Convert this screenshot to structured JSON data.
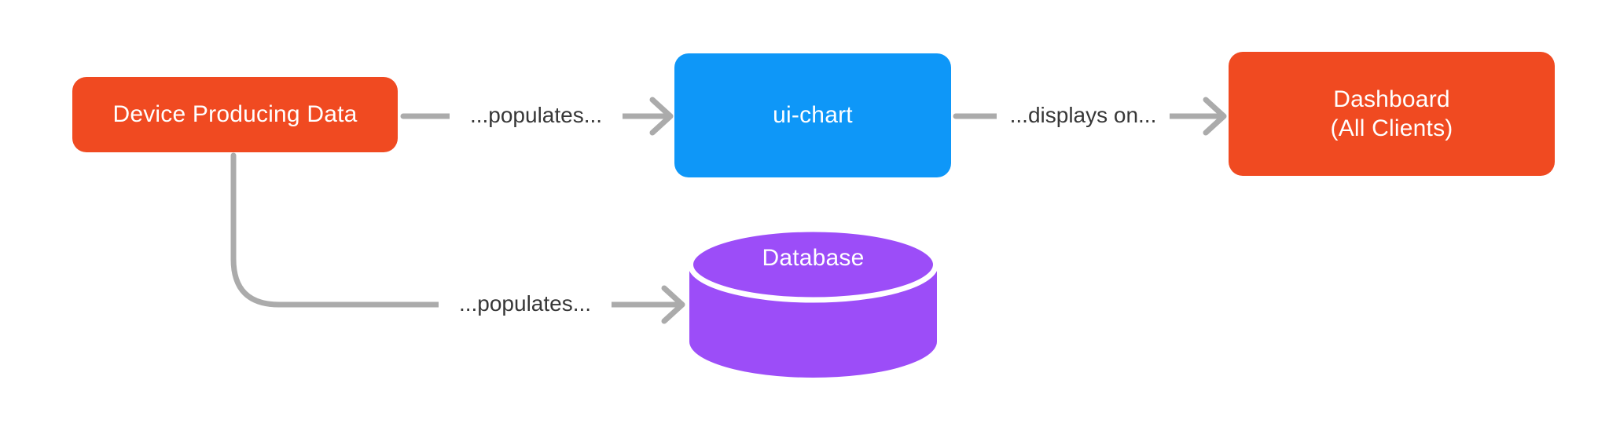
{
  "diagram": {
    "title": "data flow diagram",
    "nodes": {
      "device": {
        "label": "Device Producing Data",
        "shape": "rounded-rectangle",
        "color": "#F04A21",
        "text_color": "#FFFFFF"
      },
      "ui_chart": {
        "label": "ui-chart",
        "shape": "rounded-rectangle",
        "color": "#0E97F8",
        "text_color": "#FFFFFF"
      },
      "dashboard": {
        "label_line1": "Dashboard",
        "label_line2": "(All Clients)",
        "shape": "rounded-rectangle",
        "color": "#F04A21",
        "text_color": "#FFFFFF"
      },
      "database": {
        "label": "Database",
        "shape": "cylinder",
        "color": "#9C4DF8",
        "text_color": "#FFFFFF"
      }
    },
    "edges": [
      {
        "from": "device",
        "to": "ui_chart",
        "label": "...populates...",
        "style": "straight-arrow"
      },
      {
        "from": "ui_chart",
        "to": "dashboard",
        "label": "...displays on...",
        "style": "straight-arrow"
      },
      {
        "from": "device",
        "to": "database",
        "label": "...populates...",
        "style": "elbow-arrow"
      }
    ],
    "colors": {
      "background": "#FFFFFF",
      "arrow": "#ABABAB",
      "edge_label_text": "#373737",
      "cylinder_gap": "#FFFFFF"
    }
  }
}
